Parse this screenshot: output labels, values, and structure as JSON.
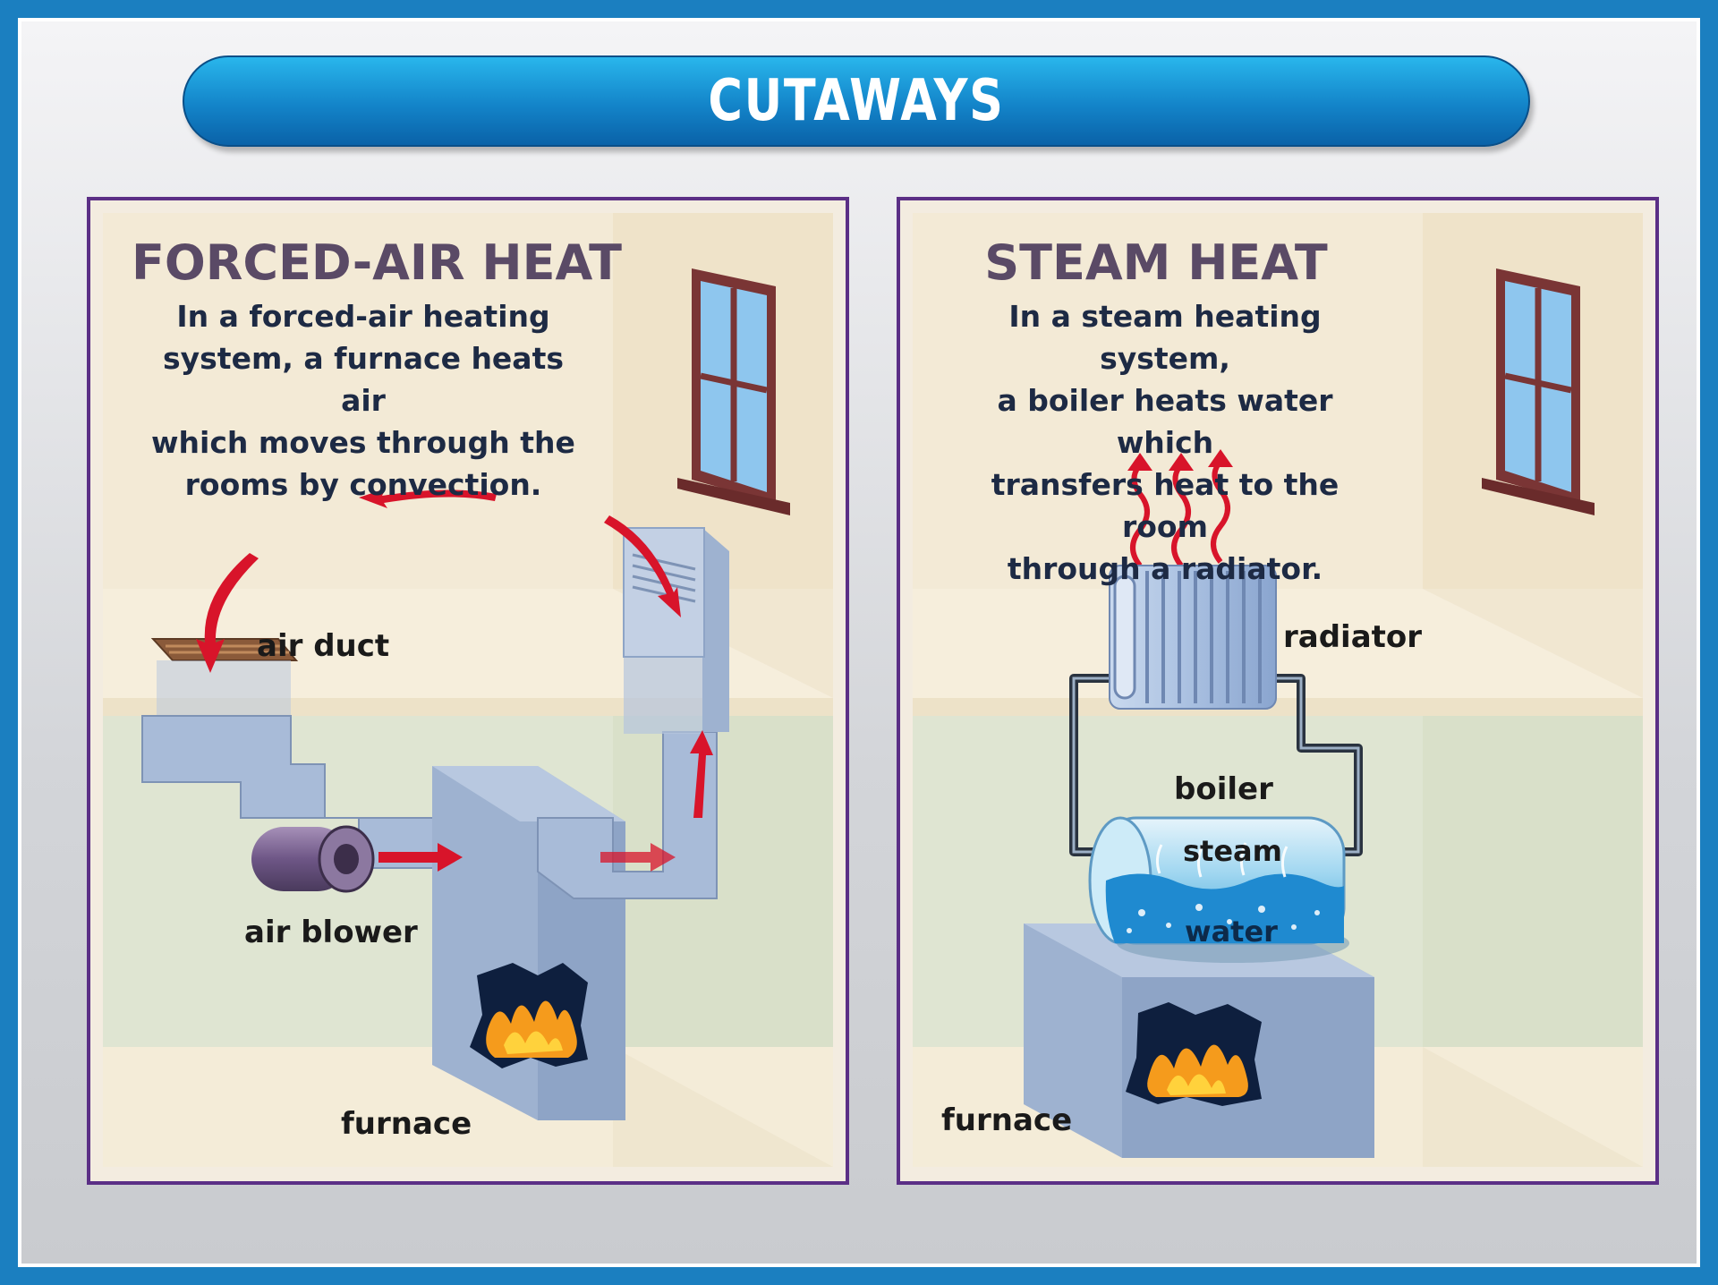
{
  "banner": {
    "title": "CUTAWAYS"
  },
  "forced_air": {
    "title": "FORCED-AIR HEAT",
    "description_lines": [
      "In a forced-air heating",
      "system, a furnace heats air",
      "which moves through the",
      "rooms by convection."
    ],
    "labels": {
      "air_duct": "air duct",
      "air_blower": "air blower",
      "furnace": "furnace"
    }
  },
  "steam": {
    "title": "STEAM HEAT",
    "description_lines": [
      "In a steam heating system,",
      "a boiler heats water which",
      "transfers heat to the room",
      "through a radiator."
    ],
    "labels": {
      "radiator": "radiator",
      "boiler": "boiler",
      "steam": "steam",
      "water": "water",
      "furnace": "furnace"
    }
  },
  "colors": {
    "frame": "#1b7fc0",
    "banner": "#1384c9",
    "panel_border": "#5b2f86",
    "wall_upper": "#f3ead6",
    "wall_lower": "#dde3cf",
    "duct": "#a8bbd8",
    "arrow": "#d8142a",
    "flame": "#f59b1c",
    "window_frame": "#7a3535",
    "glass": "#8ec6ee"
  }
}
